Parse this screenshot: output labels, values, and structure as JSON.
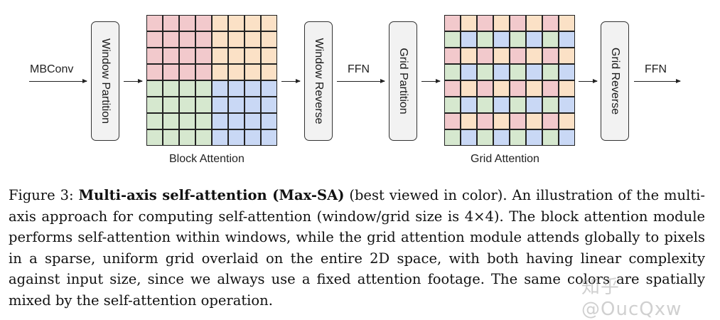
{
  "figure": {
    "input_label": "MBConv",
    "boxes": [
      {
        "id": "window-partition",
        "label": "Window Partition"
      },
      {
        "id": "window-reverse",
        "label": "Window Reverse"
      },
      {
        "id": "grid-partition",
        "label": "Grid Partition"
      },
      {
        "id": "grid-reverse",
        "label": "Grid Reverse"
      }
    ],
    "ffn_labels": [
      "FFN",
      "FFN"
    ],
    "block_attention": {
      "label": "Block Attention",
      "size": 8,
      "window_size": 4,
      "pattern": "block",
      "quadrant_colors": {
        "top_left": "#f2c9cc",
        "top_right": "#fbe1c6",
        "bottom_left": "#d6e8cf",
        "bottom_right": "#c9d8f5"
      }
    },
    "grid_attention": {
      "label": "Grid Attention",
      "size": 8,
      "grid_size": 4,
      "pattern": "interleaved",
      "colors": {
        "even_row_even_col": "#f2c9cc",
        "even_row_odd_col": "#fbe1c6",
        "odd_row_even_col": "#d6e8cf",
        "odd_row_odd_col": "#c9d8f5"
      }
    }
  },
  "caption": {
    "prefix": "Figure 3: ",
    "title": "Multi-axis self-attention (Max-SA)",
    "body": " (best viewed in color). An illustration of the multi-axis approach for computing self-attention (window/grid size is 4×4). The block attention module performs self-attention within windows, while the grid attention module attends globally to pixels in a sparse, uniform grid overlaid on the entire 2D space, with both having linear complexity against input size, since we always use a fixed attention footage. The same colors are spatially mixed by the self-attention operation."
  },
  "watermark": "知乎 @OucQxw"
}
